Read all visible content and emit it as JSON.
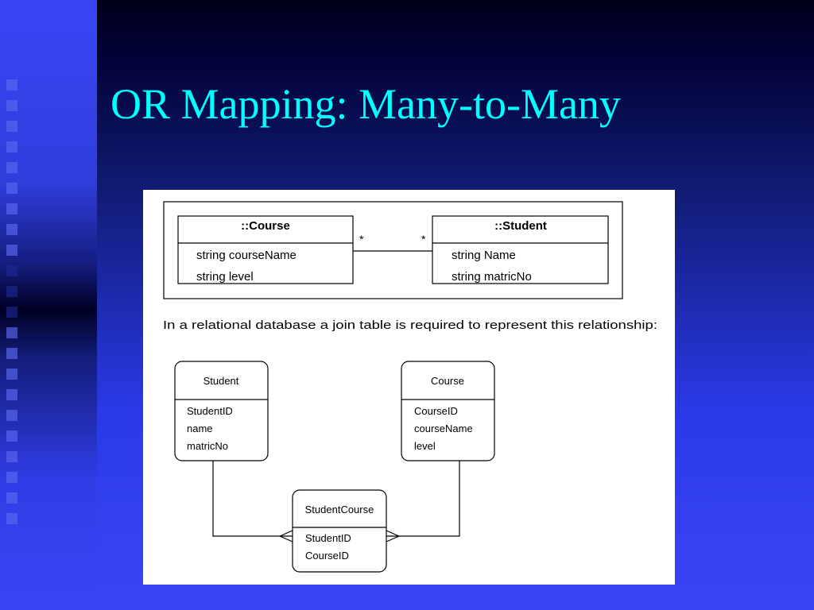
{
  "slide": {
    "title": "OR Mapping: Many-to-Many"
  },
  "uml": {
    "course": {
      "name": "::Course",
      "attributes": [
        "string courseName",
        "string level"
      ]
    },
    "student": {
      "name": "::Student",
      "attributes": [
        "string Name",
        "string matricNo"
      ]
    },
    "association": {
      "left_multiplicity": "*",
      "right_multiplicity": "*"
    }
  },
  "caption": "In a relational database a join table is required to represent this relationship:",
  "er": {
    "student": {
      "name": "Student",
      "fields": [
        "StudentID",
        "name",
        "matricNo"
      ]
    },
    "course": {
      "name": "Course",
      "fields": [
        "CourseID",
        "courseName",
        "level"
      ]
    },
    "join": {
      "name": "StudentCourse",
      "fields": [
        "StudentID",
        "CourseID"
      ]
    }
  }
}
